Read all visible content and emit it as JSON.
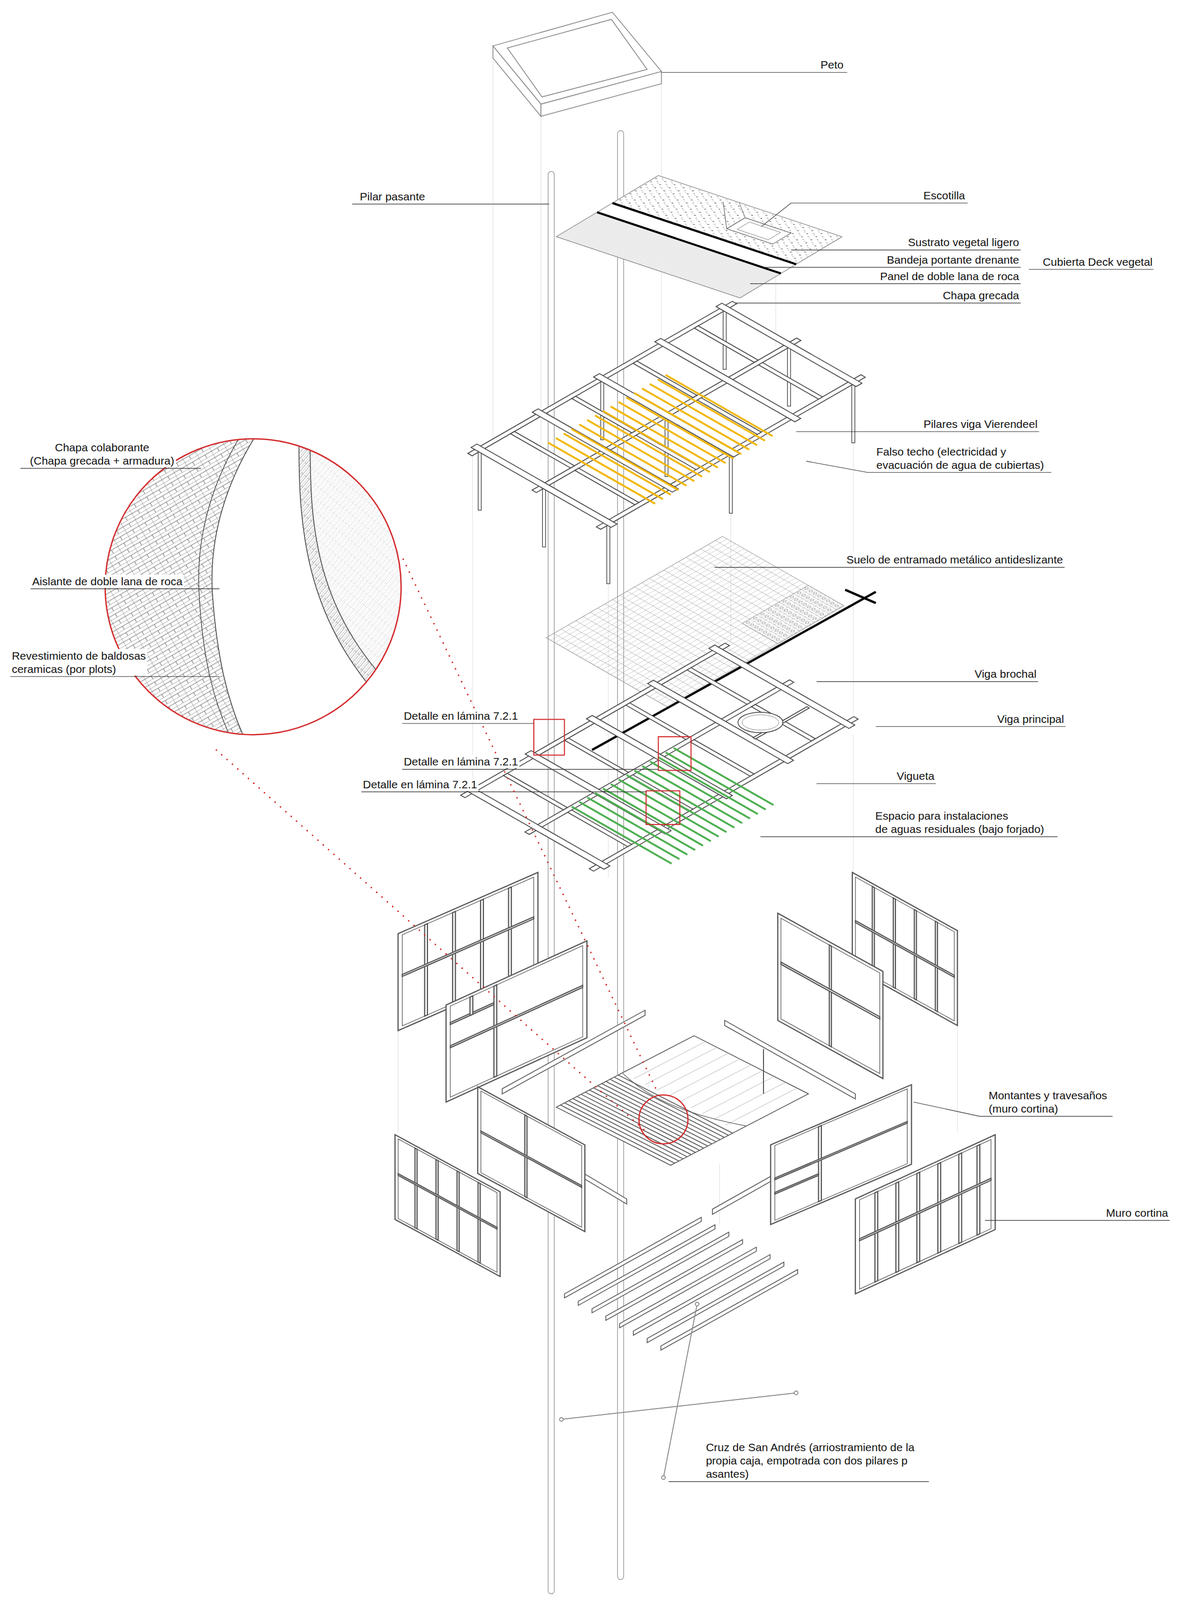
{
  "diagram": {
    "labels": [
      "Peto",
      "Pilar pasante",
      "Escotilla",
      "Sustrato vegetal ligero",
      "Bandeja portante drenante",
      "Cubierta Deck vegetal",
      "Panel de doble lana de roca",
      "Chapa grecada",
      "Pilares viga Vierendeel",
      "Falso techo (electricidad y evacuación de agua de cubiertas)",
      "Chapa colaborante (Chapa grecada + armadura)",
      "Aislante de doble lana de roca",
      "Revestimiento de baldosas ceramicas (por plots)",
      "Suelo de entramado metálico antideslizante",
      "Viga brochal",
      "Viga principal",
      "Detalle en lámina 7.2.1",
      "Detalle en lámina 7.2.1",
      "Detalle en lámina 7.2.1",
      "Vigueta",
      "Espacio para instalaciones de aguas residuales (bajo forjado)",
      "Montantes y travesaños (muro cortina)",
      "Muro cortina",
      "Cruz de San Andrés (arriostramiento de la propia caja, empotrada con dos pilares pasantes)"
    ]
  }
}
